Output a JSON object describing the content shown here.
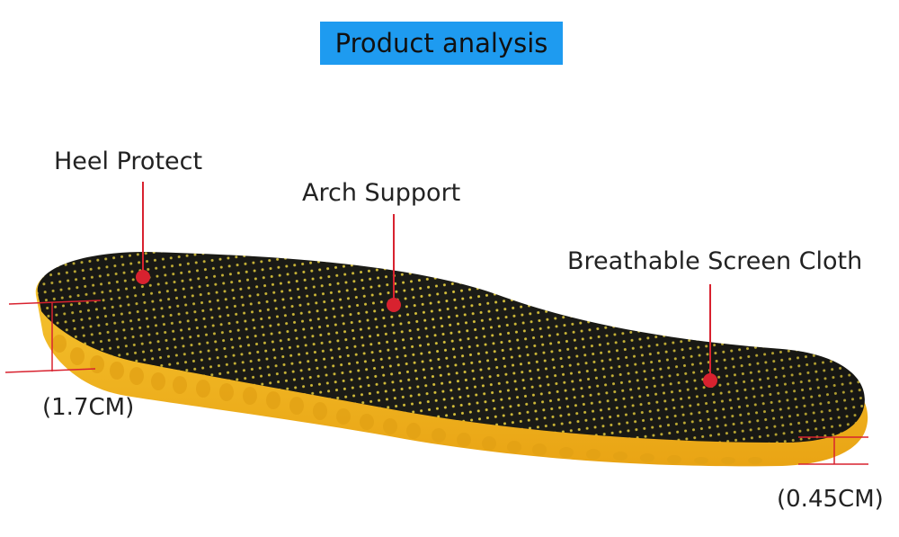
{
  "header": {
    "title": "Product analysis",
    "title_bg": "#1e9bf0"
  },
  "callouts": {
    "heel": "Heel Protect",
    "arch": "Arch Support",
    "cloth": "Breathable Screen Cloth"
  },
  "thickness": {
    "heel": "(1.7CM)",
    "toe": "(0.45CM)"
  },
  "colors": {
    "insole_top": "#1c1c17",
    "foam": "#f4b81e",
    "dot": "#d8c23a",
    "pointer": "#d8222f"
  }
}
